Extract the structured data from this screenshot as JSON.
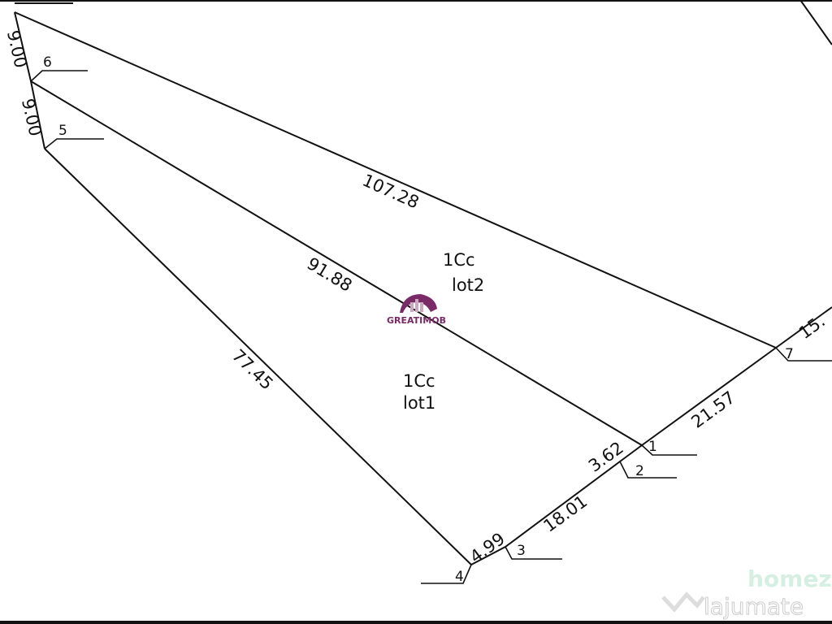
{
  "points": [
    "1",
    "2",
    "3",
    "4",
    "5",
    "6",
    "7"
  ],
  "dimensions": {
    "top_left_upper": "9.00",
    "top_left_lower": "9.00",
    "north_boundary": "107.28",
    "middle_boundary": "91.88",
    "south_boundary": "77.45",
    "seg_4_3": "4.99",
    "seg_3_2": "18.01",
    "seg_2_1": "3.62",
    "seg_1_7": "21.57",
    "seg_7_right": "15."
  },
  "lots": [
    {
      "category": "1Cc",
      "name": "lot2"
    },
    {
      "category": "1Cc",
      "name": "lot1"
    }
  ],
  "logo": {
    "text": "GREATIMOB",
    "color": "#7a2a66"
  },
  "watermark": {
    "text": "lajumate",
    "text2": "homez"
  },
  "colors": {
    "line": "#111111",
    "background": "#ffffff"
  }
}
